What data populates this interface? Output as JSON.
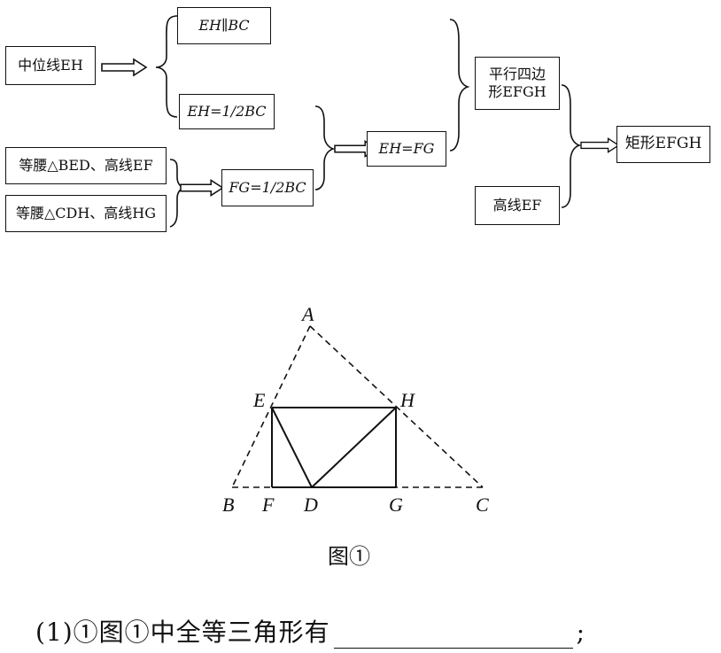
{
  "flowchart": {
    "midline": "中位线EH",
    "eh_parallel_bc": "EH∥BC",
    "eh_half_bc": "EH=1/2BC",
    "isosceles_bed": "等腰△BED、高线EF",
    "isosceles_cdh": "等腰△CDH、高线HG",
    "fg_half_bc": "FG=1/2BC",
    "eh_equals_fg": "EH=FG",
    "parallelogram_line1": "平行四边",
    "parallelogram_line2": "形EFGH",
    "altitude_ef": "高线EF",
    "rectangle": "矩形EFGH"
  },
  "figure": {
    "points": {
      "A": "A",
      "E": "E",
      "H": "H",
      "B": "B",
      "F": "F",
      "D": "D",
      "G": "G",
      "C": "C"
    },
    "caption": "图①"
  },
  "question": {
    "prefix": "(1)①图①中全等三角形有",
    "suffix": ";"
  }
}
